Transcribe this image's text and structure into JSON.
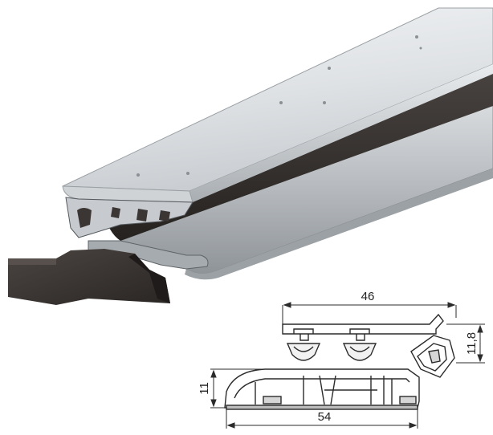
{
  "colors": {
    "aluminium_light": "#e2e5e8",
    "aluminium_mid": "#b9bdc1",
    "aluminium_dark": "#8d9296",
    "seal_dark": "#2f2b29",
    "plug_dark": "#3a3532",
    "line": "#2b2b2b",
    "section_fill": "#d6d6d6"
  },
  "dimensions": {
    "top_width": "46",
    "right_height": "11,8",
    "left_height": "11",
    "bottom_width": "54"
  }
}
